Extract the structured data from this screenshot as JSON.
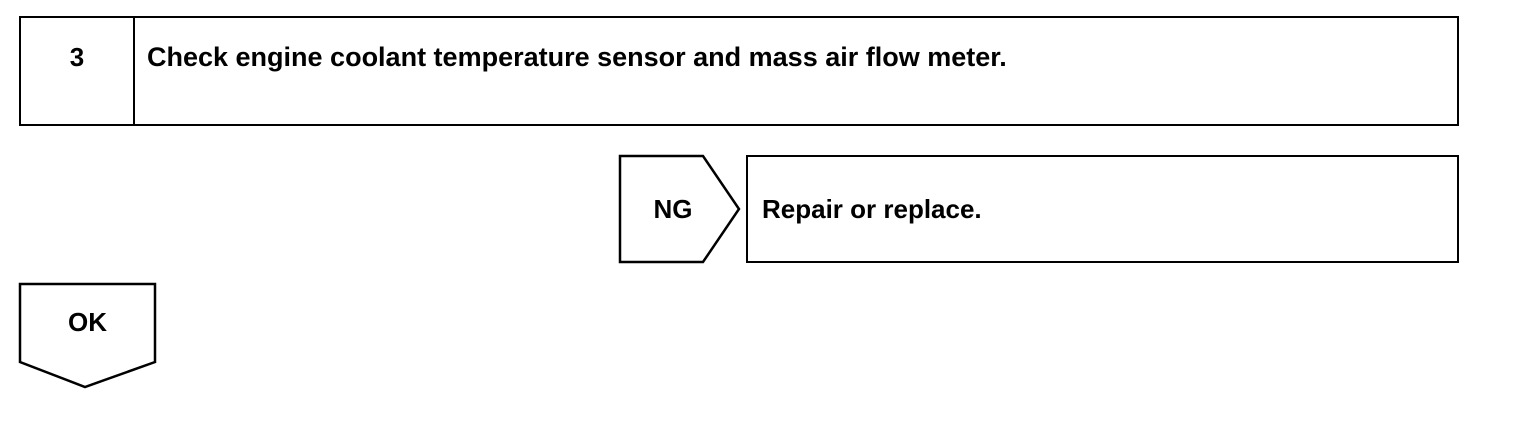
{
  "step": {
    "number": "3",
    "title": "Check engine coolant temperature sensor and mass air flow meter."
  },
  "ng_branch": {
    "label": "NG",
    "action": "Repair or replace."
  },
  "ok_branch": {
    "label": "OK"
  }
}
